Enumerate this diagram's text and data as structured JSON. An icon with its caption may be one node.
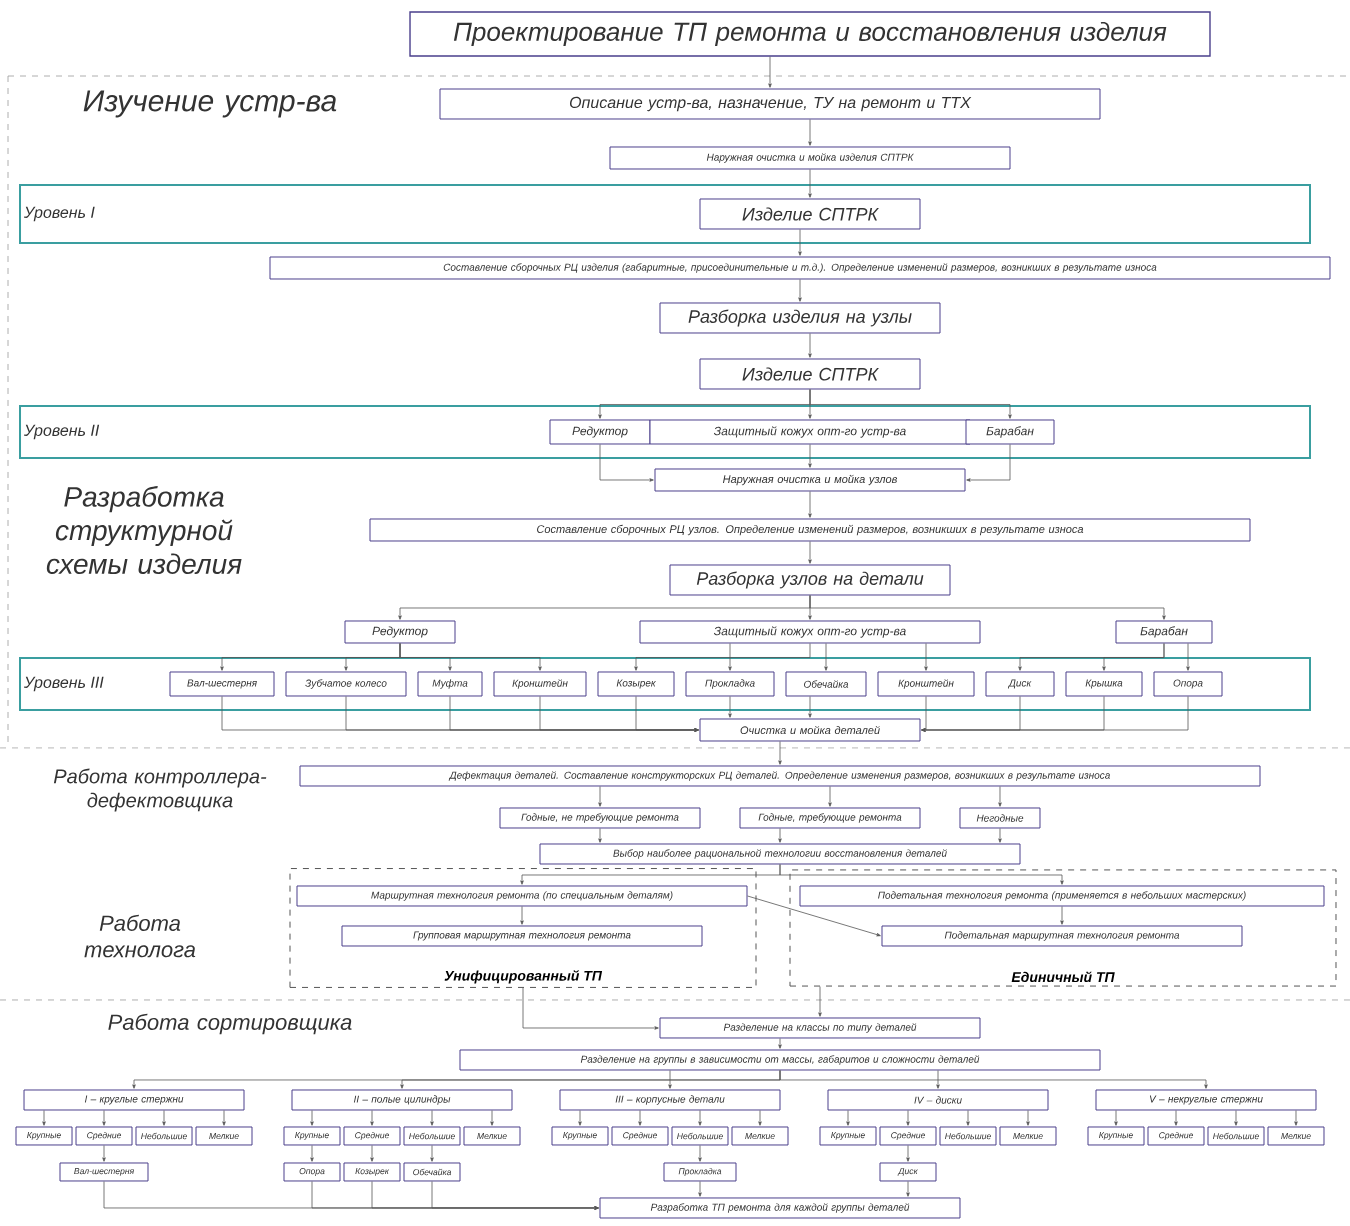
{
  "diagram": {
    "nodes": [
      {
        "text": [
          "Проектирование ТП ремонта и восстановления изделия"
        ]
      },
      {
        "text": [
          "Описание устр-ва, назначение, ТУ на ремонт и ТТХ"
        ]
      },
      {
        "text": [
          "Наружная очистка и мойка изделия СПТРК"
        ]
      },
      {
        "text": [
          "Уровень I"
        ]
      },
      {
        "text": [
          "Изделие СПТРК"
        ],
        "in": 3
      },
      {
        "text": [
          "Составление сборочных РЦ изделия (габаритные, присоединительные и т.д.). Определение изменений размеров, возникших в результате износа"
        ]
      },
      {
        "text": [
          "Разборка изделия на узлы"
        ]
      },
      {
        "text": [
          "Изделие СПТРК"
        ]
      },
      {
        "text": [
          "Уровень II"
        ]
      },
      {
        "text": [
          "Редуктор"
        ],
        "in": 8
      },
      {
        "text": [
          "Защитный кожух опт-го устр-ва"
        ],
        "in": 8
      },
      {
        "text": [
          "Барабан"
        ],
        "in": 8
      },
      {
        "text": [
          "Наружная очистка и мойка узлов"
        ]
      },
      {
        "text": [
          "Составление сборочных РЦ узлов. Определение изменений размеров, возникших в результате износа"
        ]
      },
      {
        "text": [
          "Разборка узлов на детали"
        ]
      },
      {
        "text": [
          "Редуктор"
        ]
      },
      {
        "text": [
          "Защитный кожух опт-го устр-ва"
        ]
      },
      {
        "text": [
          "Барабан"
        ]
      },
      {
        "text": [
          "Уровень III"
        ]
      },
      {
        "text": [
          "Вал-шестерня"
        ],
        "in": 18
      },
      {
        "text": [
          "Зубчатое колесо"
        ],
        "in": 18
      },
      {
        "text": [
          "Муфта"
        ],
        "in": 18
      },
      {
        "text": [
          "Кронштейн"
        ],
        "in": 18
      },
      {
        "text": [
          "Козырек"
        ],
        "in": 18
      },
      {
        "text": [
          "Прокладка"
        ],
        "in": 18
      },
      {
        "text": [
          "Обечайка"
        ],
        "in": 18
      },
      {
        "text": [
          "Кронштейн"
        ],
        "in": 18
      },
      {
        "text": [
          "Диск"
        ],
        "in": 18
      },
      {
        "text": [
          "Крышка"
        ],
        "in": 18
      },
      {
        "text": [
          "Опора"
        ],
        "in": 18
      },
      {
        "text": [
          "Очистка и мойка деталей"
        ]
      },
      {
        "text": [
          "Дефектация деталей. Составление конструкторских РЦ деталей. Определение изменения размеров, возникших в результате износа"
        ]
      },
      {
        "text": [
          "Годные, не требующие ремонта"
        ]
      },
      {
        "text": [
          "Годные, требующие ремонта"
        ]
      },
      {
        "text": [
          "Негодные"
        ]
      },
      {
        "text": [
          "Выбор наиболее рациональной технологии восстановления деталей"
        ]
      },
      {
        "text": [
          "Унифицированный ТП"
        ]
      },
      {
        "text": [
          "Маршрутная технология ремонта (по специальным деталям)"
        ],
        "in": 36
      },
      {
        "text": [
          "Групповая маршрутная технология ремонта"
        ],
        "in": 36
      },
      {
        "text": [
          "Единичный ТП"
        ]
      },
      {
        "text": [
          "Подетальная технология ремонта (применяется в небольших мастерских)"
        ],
        "in": 39
      },
      {
        "text": [
          "Подетальная маршрутная технология ремонта"
        ],
        "in": 39
      },
      {
        "text": [
          "Разделение на классы по типу деталей"
        ]
      },
      {
        "text": [
          "Разделение на группы в зависимости от массы, габаритов и сложности деталей"
        ]
      },
      {
        "text": [
          "I – круглые стержни"
        ]
      },
      {
        "text": [
          "II – полые цилиндры"
        ]
      },
      {
        "text": [
          "III – корпусные детали"
        ]
      },
      {
        "text": [
          "IV – диски"
        ]
      },
      {
        "text": [
          "V – некруглые стержни"
        ]
      },
      {
        "text": [
          "Крупные"
        ]
      },
      {
        "text": [
          "Средние"
        ]
      },
      {
        "text": [
          "Небольшие"
        ]
      },
      {
        "text": [
          "Мелкие"
        ]
      },
      {
        "text": [
          "Крупные"
        ]
      },
      {
        "text": [
          "Средние"
        ]
      },
      {
        "text": [
          "Небольшие"
        ]
      },
      {
        "text": [
          "Мелкие"
        ]
      },
      {
        "text": [
          "Крупные"
        ]
      },
      {
        "text": [
          "Средние"
        ]
      },
      {
        "text": [
          "Небольшие"
        ]
      },
      {
        "text": [
          "Мелкие"
        ]
      },
      {
        "text": [
          "Крупные"
        ]
      },
      {
        "text": [
          "Средние"
        ]
      },
      {
        "text": [
          "Небольшие"
        ]
      },
      {
        "text": [
          "Мелкие"
        ]
      },
      {
        "text": [
          "Крупные"
        ]
      },
      {
        "text": [
          "Средние"
        ]
      },
      {
        "text": [
          "Небольшие"
        ]
      },
      {
        "text": [
          "Мелкие"
        ]
      },
      {
        "text": [
          "Вал-шестерня"
        ]
      },
      {
        "text": [
          "Опора"
        ]
      },
      {
        "text": [
          "Козырек"
        ]
      },
      {
        "text": [
          "Обечайка"
        ]
      },
      {
        "text": [
          "Прокладка"
        ]
      },
      {
        "text": [
          "Диск"
        ]
      },
      {
        "text": [
          "Разработка ТП ремонта для каждой группы деталей"
        ]
      }
    ],
    "edges": [
      {
        "from": 0,
        "to": 1,
        "arrow": "to"
      },
      {
        "from": 1,
        "to": 2,
        "arrow": "to"
      },
      {
        "from": 2,
        "to": 4,
        "arrow": "to"
      },
      {
        "from": 4,
        "to": 5,
        "arrow": "to"
      },
      {
        "from": 5,
        "to": 6,
        "arrow": "to"
      },
      {
        "from": 6,
        "to": 7,
        "arrow": "to"
      },
      {
        "from": 7,
        "to": 9,
        "arrow": "to"
      },
      {
        "from": 7,
        "to": 10,
        "arrow": "to"
      },
      {
        "from": 7,
        "to": 11,
        "arrow": "to"
      },
      {
        "from": 9,
        "to": 12,
        "arrow": "to"
      },
      {
        "from": 10,
        "to": 12,
        "arrow": "to"
      },
      {
        "from": 11,
        "to": 12,
        "arrow": "to"
      },
      {
        "from": 12,
        "to": 13,
        "arrow": "to"
      },
      {
        "from": 13,
        "to": 14,
        "arrow": "to"
      },
      {
        "from": 14,
        "to": 15,
        "arrow": "to"
      },
      {
        "from": 14,
        "to": 16,
        "arrow": "to"
      },
      {
        "from": 14,
        "to": 17,
        "arrow": "to"
      },
      {
        "from": 15,
        "to": 19,
        "arrow": "to"
      },
      {
        "from": 15,
        "to": 20,
        "arrow": "to"
      },
      {
        "from": 15,
        "to": 21,
        "arrow": "to"
      },
      {
        "from": 15,
        "to": 22,
        "arrow": "to"
      },
      {
        "from": 16,
        "to": 23,
        "arrow": "to"
      },
      {
        "from": 16,
        "to": 24,
        "arrow": "to"
      },
      {
        "from": 16,
        "to": 25,
        "arrow": "to"
      },
      {
        "from": 16,
        "to": 26,
        "arrow": "to"
      },
      {
        "from": 17,
        "to": 27,
        "arrow": "to"
      },
      {
        "from": 17,
        "to": 28,
        "arrow": "to"
      },
      {
        "from": 17,
        "to": 29,
        "arrow": "to"
      },
      {
        "from": 19,
        "to": 30,
        "arrow": "to"
      },
      {
        "from": 20,
        "to": 30,
        "arrow": "to"
      },
      {
        "from": 21,
        "to": 30,
        "arrow": "to"
      },
      {
        "from": 22,
        "to": 30,
        "arrow": "to"
      },
      {
        "from": 23,
        "to": 30,
        "arrow": "to"
      },
      {
        "from": 24,
        "to": 30,
        "arrow": "to"
      },
      {
        "from": 25,
        "to": 30,
        "arrow": "to"
      },
      {
        "from": 26,
        "to": 30,
        "arrow": "to"
      },
      {
        "from": 27,
        "to": 30,
        "arrow": "to"
      },
      {
        "from": 28,
        "to": 30,
        "arrow": "to"
      },
      {
        "from": 29,
        "to": 30,
        "arrow": "to"
      },
      {
        "from": 30,
        "to": 31,
        "arrow": "to"
      },
      {
        "from": 31,
        "to": 32,
        "arrow": "to"
      },
      {
        "from": 31,
        "to": 33,
        "arrow": "to"
      },
      {
        "from": 31,
        "to": 34,
        "arrow": "to"
      },
      {
        "from": 32,
        "to": 35,
        "arrow": "to"
      },
      {
        "from": 33,
        "to": 35,
        "arrow": "to"
      },
      {
        "from": 34,
        "to": 35,
        "arrow": "to"
      },
      {
        "from": 35,
        "to": 37,
        "arrow": "to"
      },
      {
        "from": 35,
        "to": 40,
        "arrow": "to"
      },
      {
        "from": 37,
        "to": 38,
        "arrow": "to"
      },
      {
        "from": 40,
        "to": 41,
        "arrow": "to"
      },
      {
        "from": 37,
        "to": 41,
        "arrow": "to"
      },
      {
        "from": 36,
        "to": 42,
        "arrow": "to"
      },
      {
        "from": 39,
        "to": 42,
        "arrow": "to"
      },
      {
        "from": 42,
        "to": 43,
        "arrow": "to"
      },
      {
        "from": 43,
        "to": 44,
        "arrow": "to"
      },
      {
        "from": 43,
        "to": 45,
        "arrow": "to"
      },
      {
        "from": 43,
        "to": 46,
        "arrow": "to"
      },
      {
        "from": 43,
        "to": 47,
        "arrow": "to"
      },
      {
        "from": 43,
        "to": 48,
        "arrow": "to"
      },
      {
        "from": 44,
        "to": 49,
        "arrow": "to"
      },
      {
        "from": 44,
        "to": 50,
        "arrow": "to"
      },
      {
        "from": 44,
        "to": 51,
        "arrow": "to"
      },
      {
        "from": 44,
        "to": 52,
        "arrow": "to"
      },
      {
        "from": 45,
        "to": 53,
        "arrow": "to"
      },
      {
        "from": 45,
        "to": 54,
        "arrow": "to"
      },
      {
        "from": 45,
        "to": 55,
        "arrow": "to"
      },
      {
        "from": 45,
        "to": 56,
        "arrow": "to"
      },
      {
        "from": 46,
        "to": 57,
        "arrow": "to"
      },
      {
        "from": 46,
        "to": 58,
        "arrow": "to"
      },
      {
        "from": 46,
        "to": 59,
        "arrow": "to"
      },
      {
        "from": 46,
        "to": 60,
        "arrow": "to"
      },
      {
        "from": 47,
        "to": 61,
        "arrow": "to"
      },
      {
        "from": 47,
        "to": 62,
        "arrow": "to"
      },
      {
        "from": 47,
        "to": 63,
        "arrow": "to"
      },
      {
        "from": 47,
        "to": 64,
        "arrow": "to"
      },
      {
        "from": 48,
        "to": 65,
        "arrow": "to"
      },
      {
        "from": 48,
        "to": 66,
        "arrow": "to"
      },
      {
        "from": 48,
        "to": 67,
        "arrow": "to"
      },
      {
        "from": 48,
        "to": 68,
        "arrow": "to"
      },
      {
        "from": 50,
        "to": 69,
        "arrow": "to"
      },
      {
        "from": 53,
        "to": 70,
        "arrow": "to"
      },
      {
        "from": 54,
        "to": 71,
        "arrow": "to"
      },
      {
        "from": 55,
        "to": 72,
        "arrow": "to"
      },
      {
        "from": 59,
        "to": 73,
        "arrow": "to"
      },
      {
        "from": 62,
        "to": 74,
        "arrow": "to"
      },
      {
        "from": 69,
        "to": 75,
        "arrow": "to"
      },
      {
        "from": 70,
        "to": 75,
        "arrow": "to"
      },
      {
        "from": 71,
        "to": 75,
        "arrow": "to"
      },
      {
        "from": 72,
        "to": 75,
        "arrow": "to"
      },
      {
        "from": 73,
        "to": 75,
        "arrow": "to"
      },
      {
        "from": 74,
        "to": 75,
        "arrow": "to"
      }
    ],
    "labels": [
      "Изучение устр-ва",
      "Разработка структурной схемы изделия",
      "Работа контроллера-дефектовщика",
      "Работа технолога",
      "Работа сортировщика"
    ]
  }
}
